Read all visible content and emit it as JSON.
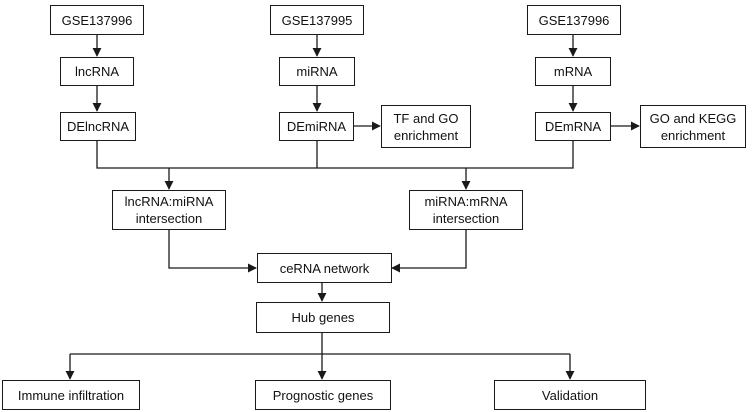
{
  "nodes": {
    "gse_lnc": "GSE137996",
    "gse_mi": "GSE137995",
    "gse_m": "GSE137996",
    "lncrna": "lncRNA",
    "mirna": "miRNA",
    "mrna": "mRNA",
    "de_lncrna": "DElncRNA",
    "de_mirna": "DEmiRNA",
    "de_mrna": "DEmRNA",
    "tf_go": "TF and GO\nenrichment",
    "go_kegg": "GO and KEGG\nenrichment",
    "lnc_mi_intersection": "lncRNA:miRNA\nintersection",
    "mi_m_intersection": "miRNA:mRNA\nintersection",
    "cerna_network": "ceRNA network",
    "hub_genes": "Hub genes",
    "immune_infiltration": "Immune infiltration",
    "prognostic_genes": "Prognostic genes",
    "validation": "Validation"
  }
}
